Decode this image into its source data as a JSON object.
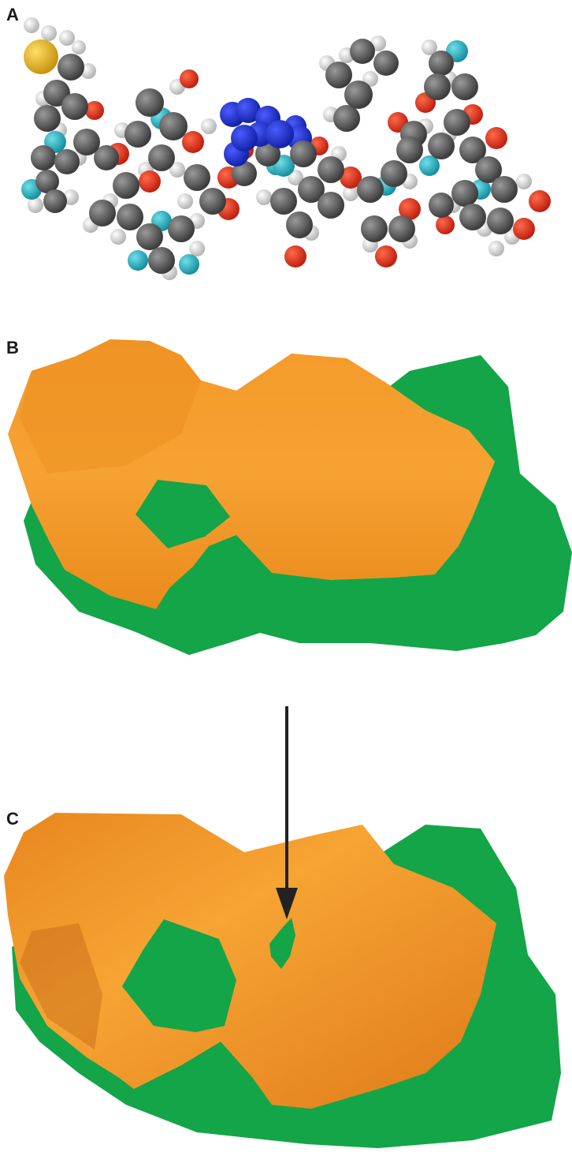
{
  "panels": [
    {
      "label": "A"
    },
    {
      "label": "B"
    },
    {
      "label": "C"
    }
  ],
  "colors": {
    "carbon": "#5a5a5a",
    "hydrogen": "#e6e6e6",
    "oxygen": "#e0301e",
    "nitrogen": "#22b3c2",
    "sulfur": "#e3b21f",
    "highlight_residue": "#2233cc",
    "surface_orange": "#f5941e",
    "surface_green": "#13a548",
    "arrow": "#222222"
  }
}
